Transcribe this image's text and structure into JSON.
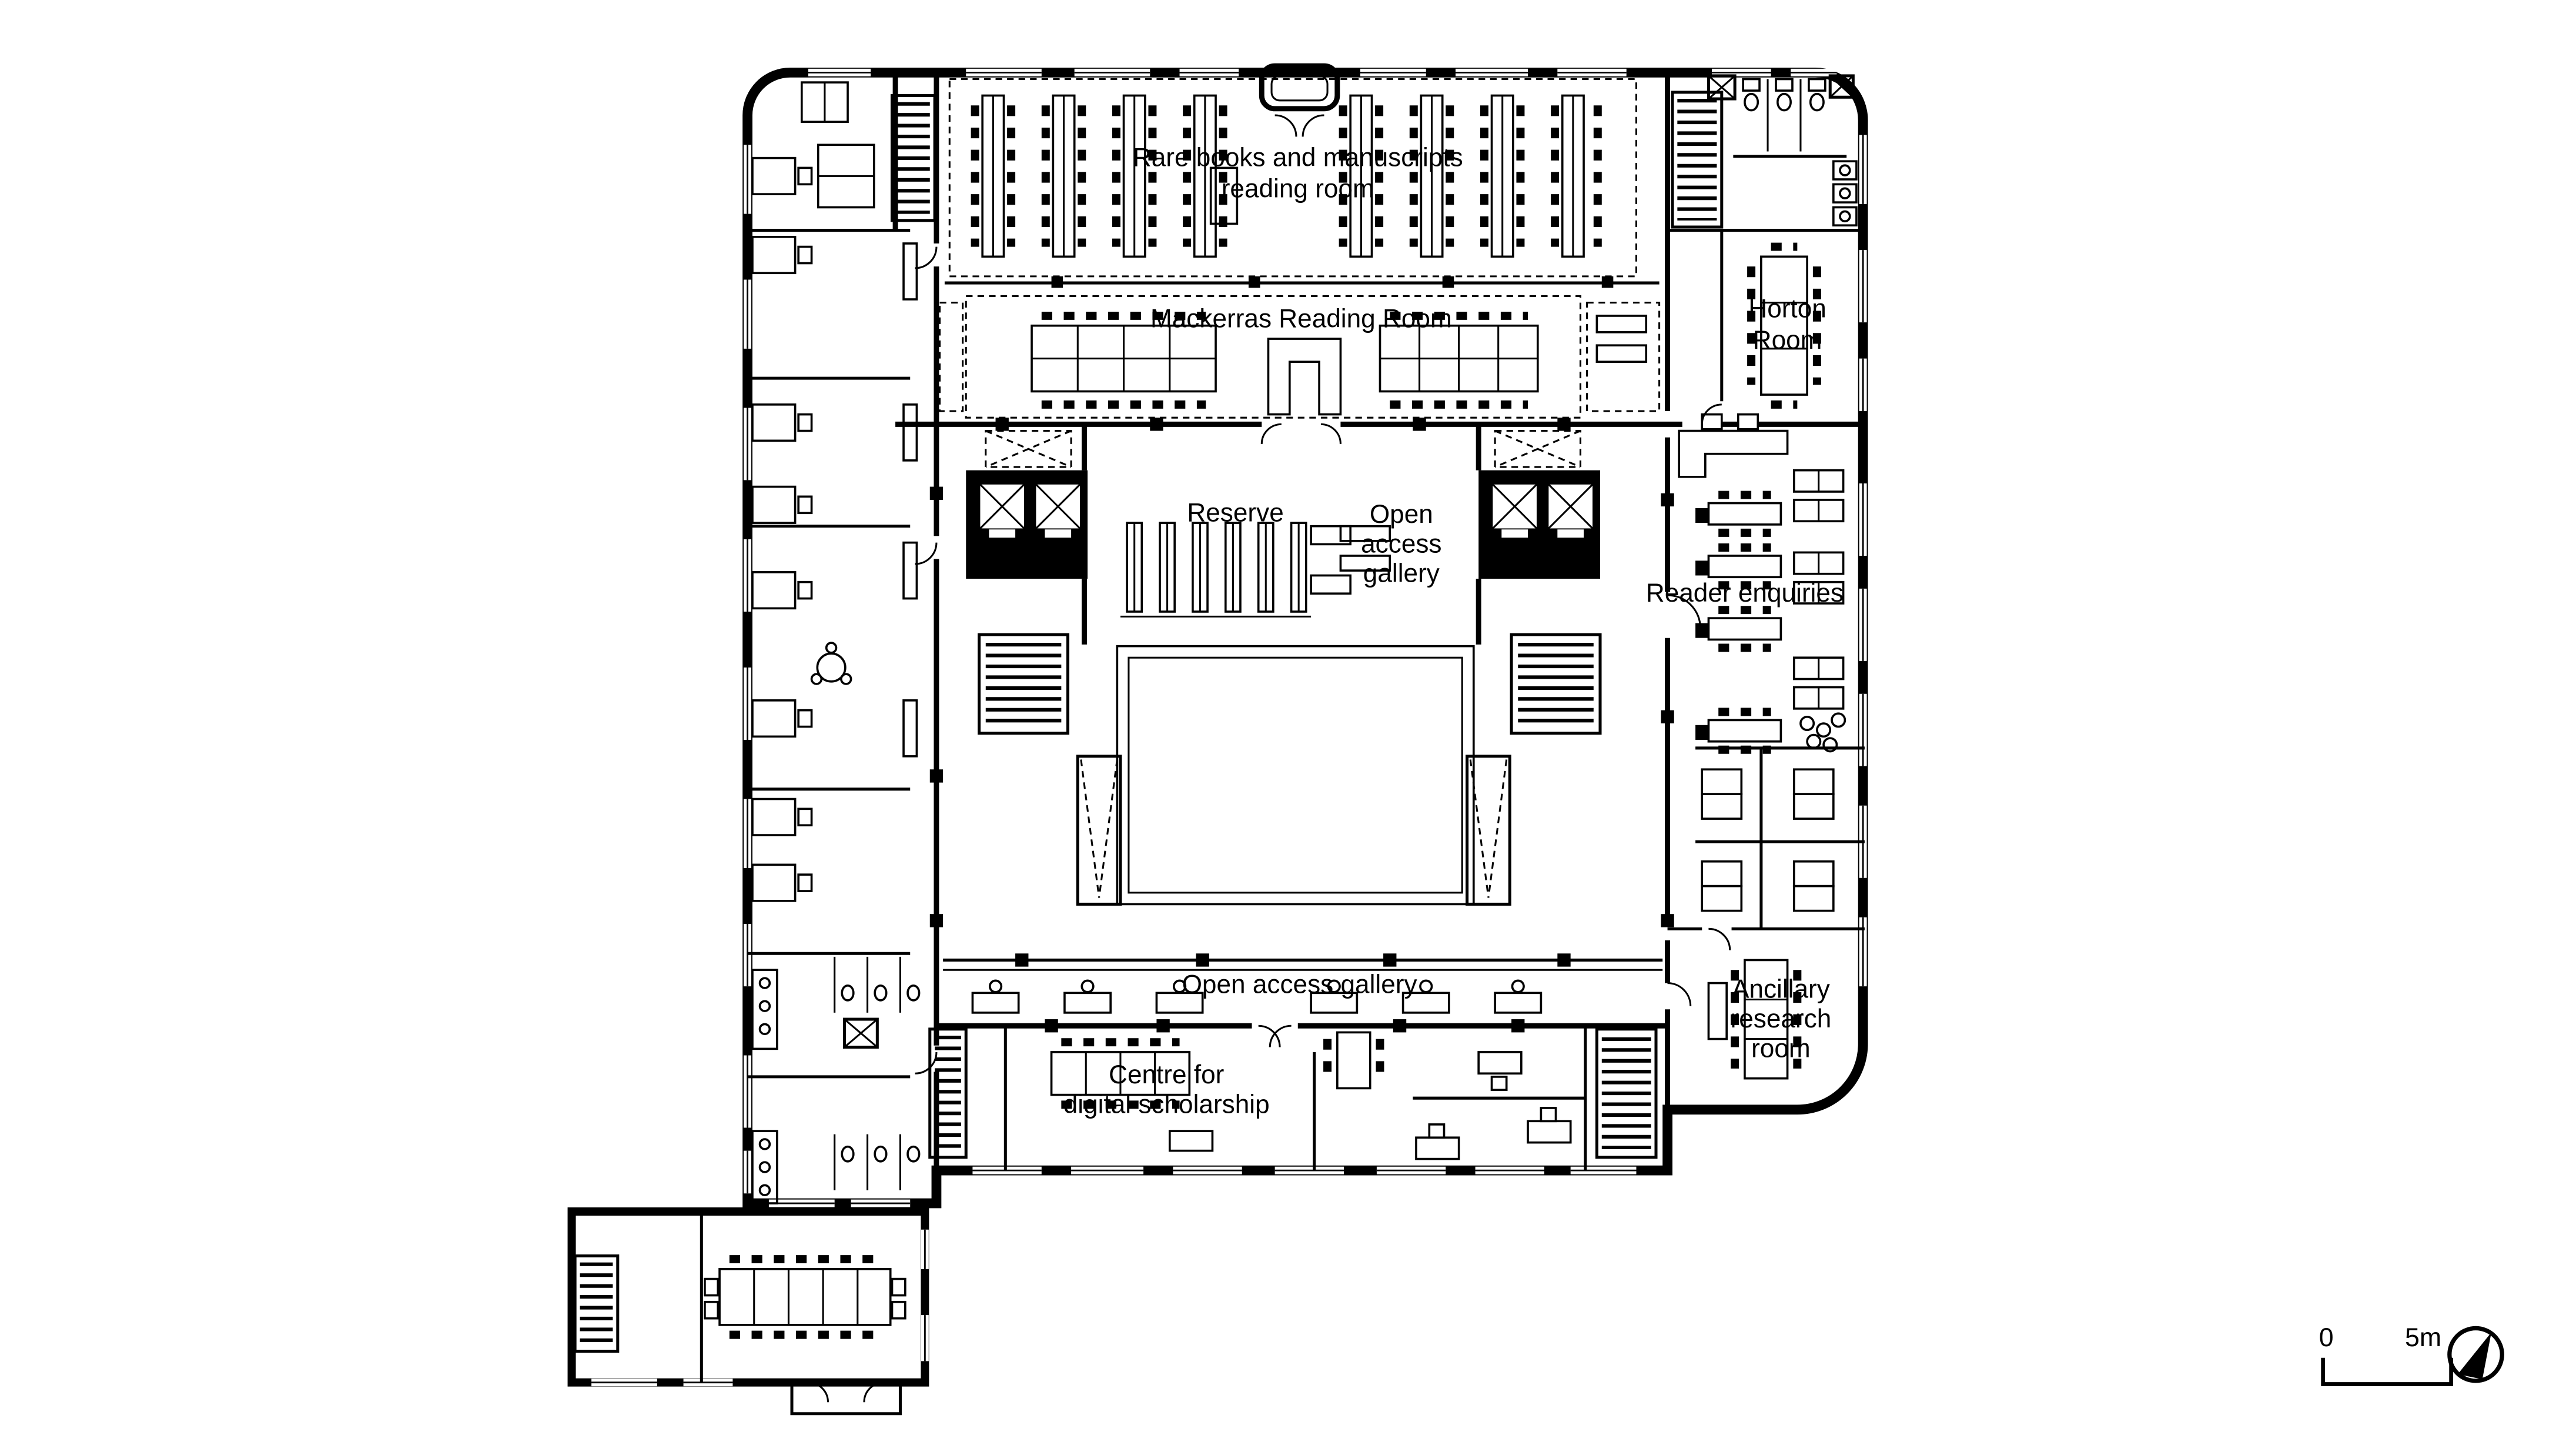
{
  "document": {
    "type": "architectural-floor-plan",
    "description": "Library level floor plan, black linework on white"
  },
  "rooms": {
    "rare_books": {
      "line1": "Rare books and manuscripts",
      "line2": "reading room"
    },
    "mackerras": {
      "label": "Mackerras Reading Room"
    },
    "horton": {
      "line1": "Horton",
      "line2": "Room"
    },
    "reserve": {
      "label": "Reserve"
    },
    "open_access_gallery_mid": {
      "line1": "Open",
      "line2": "access",
      "line3": "gallery"
    },
    "reader_enquiries": {
      "label": "Reader enquiries"
    },
    "open_access_gallery_south": {
      "label": "Open access gallery"
    },
    "centre_digital_scholarship": {
      "line1": "Centre for",
      "line2": "digital scholarship"
    },
    "ancillary_research": {
      "line1": "Ancillary",
      "line2": "research",
      "line3": "room"
    }
  },
  "scale_bar": {
    "zero_label": "0",
    "five_label": "5m"
  },
  "icons": {
    "north_arrow": "north-arrow"
  },
  "colors": {
    "ink": "#000000",
    "paper": "#ffffff"
  }
}
